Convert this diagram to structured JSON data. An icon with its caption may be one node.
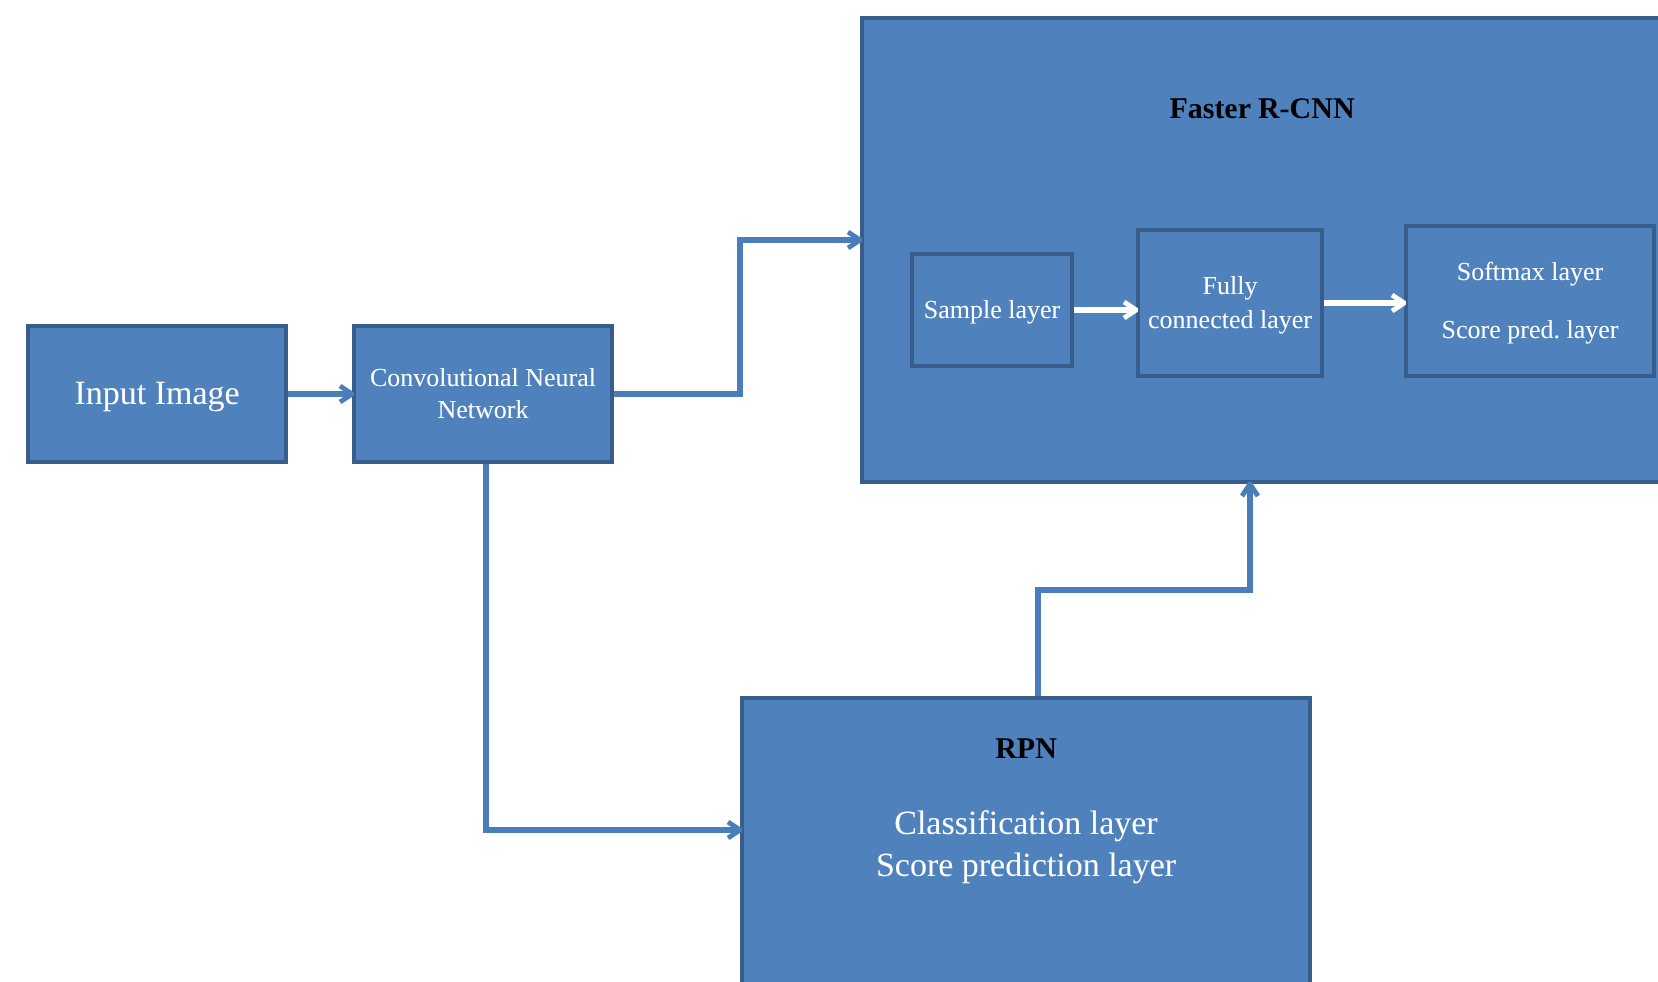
{
  "diagram": {
    "nodes": [
      {
        "text": [
          "Input Image"
        ]
      },
      {
        "text": [
          "Convolutional Neural Network"
        ]
      },
      {
        "text": [
          "Faster R-CNN"
        ]
      },
      {
        "text": [
          "Sample layer"
        ],
        "in": 2
      },
      {
        "text": [
          "Fully connected layer"
        ],
        "in": 2
      },
      {
        "text": [
          "Softmax layer",
          "Score pred. layer"
        ],
        "in": 2
      },
      {
        "text": [
          "RPN",
          "Classification layer",
          "Score prediction layer"
        ]
      }
    ],
    "edges": [
      {
        "from": 0,
        "to": 1,
        "arrow": "to"
      },
      {
        "from": 1,
        "to": 2,
        "arrow": "to"
      },
      {
        "from": 1,
        "to": 6,
        "arrow": "to"
      },
      {
        "from": 3,
        "to": 4,
        "arrow": "to",
        "color": "#ffffff"
      },
      {
        "from": 4,
        "to": 5,
        "arrow": "to",
        "color": "#ffffff"
      },
      {
        "from": 6,
        "to": 2,
        "arrow": "to"
      }
    ]
  }
}
